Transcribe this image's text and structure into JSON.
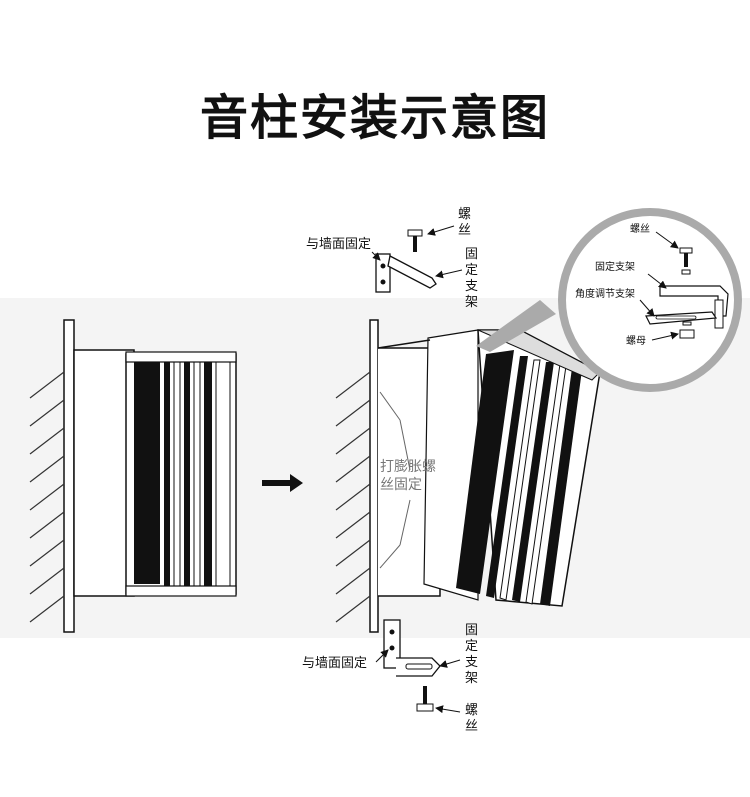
{
  "title": "音柱安装示意图",
  "top_callouts": {
    "screw": [
      "螺",
      "丝"
    ],
    "wall_fix": "与墙面固定",
    "bracket": [
      "固",
      "定",
      "支",
      "架"
    ]
  },
  "bottom_callouts": {
    "bracket": [
      "固",
      "定",
      "支",
      "架"
    ],
    "wall_fix": "与墙面固定",
    "screw": [
      "螺",
      "丝"
    ]
  },
  "expansion": [
    "打膨胀螺",
    "丝固定"
  ],
  "zoom": {
    "screw": "螺丝",
    "fixed_bracket": "固定支架",
    "angle_bracket": "角度调节支架",
    "nut": "螺母"
  }
}
